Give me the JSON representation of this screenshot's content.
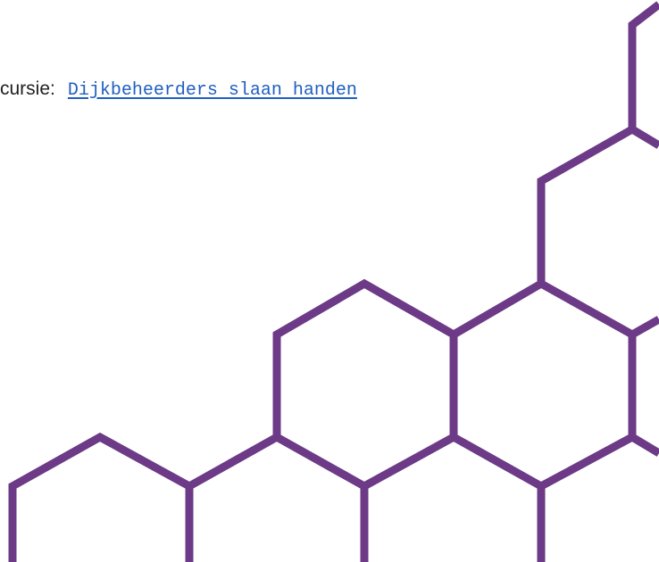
{
  "excursion": {
    "label": "cursie:",
    "link_text": "Dijkbeheerders slaan handen"
  },
  "decoration": {
    "pattern": "hexagon-pattern",
    "stroke_color": "#6c3a86"
  }
}
